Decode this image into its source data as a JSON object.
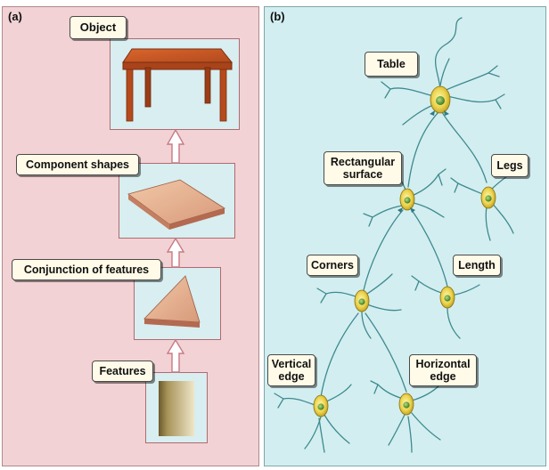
{
  "panel_a": {
    "letter": "(a)",
    "labels": {
      "object": "Object",
      "component_shapes": "Component shapes",
      "conjunction": "Conjunction of features",
      "features": "Features"
    }
  },
  "panel_b": {
    "letter": "(b)",
    "labels": {
      "table": "Table",
      "rectangular_surface": "Rectangular surface",
      "legs": "Legs",
      "corners": "Corners",
      "length": "Length",
      "vertical_edge": "Vertical edge",
      "horizontal_edge": "Horizontal edge"
    }
  },
  "colors": {
    "panel_a_bg": "#f2d2d4",
    "panel_b_bg": "#d3eef0",
    "neuron_body": "#e8d24a",
    "dendrite": "#3d8a90",
    "label_bg": "#fffbe8"
  }
}
